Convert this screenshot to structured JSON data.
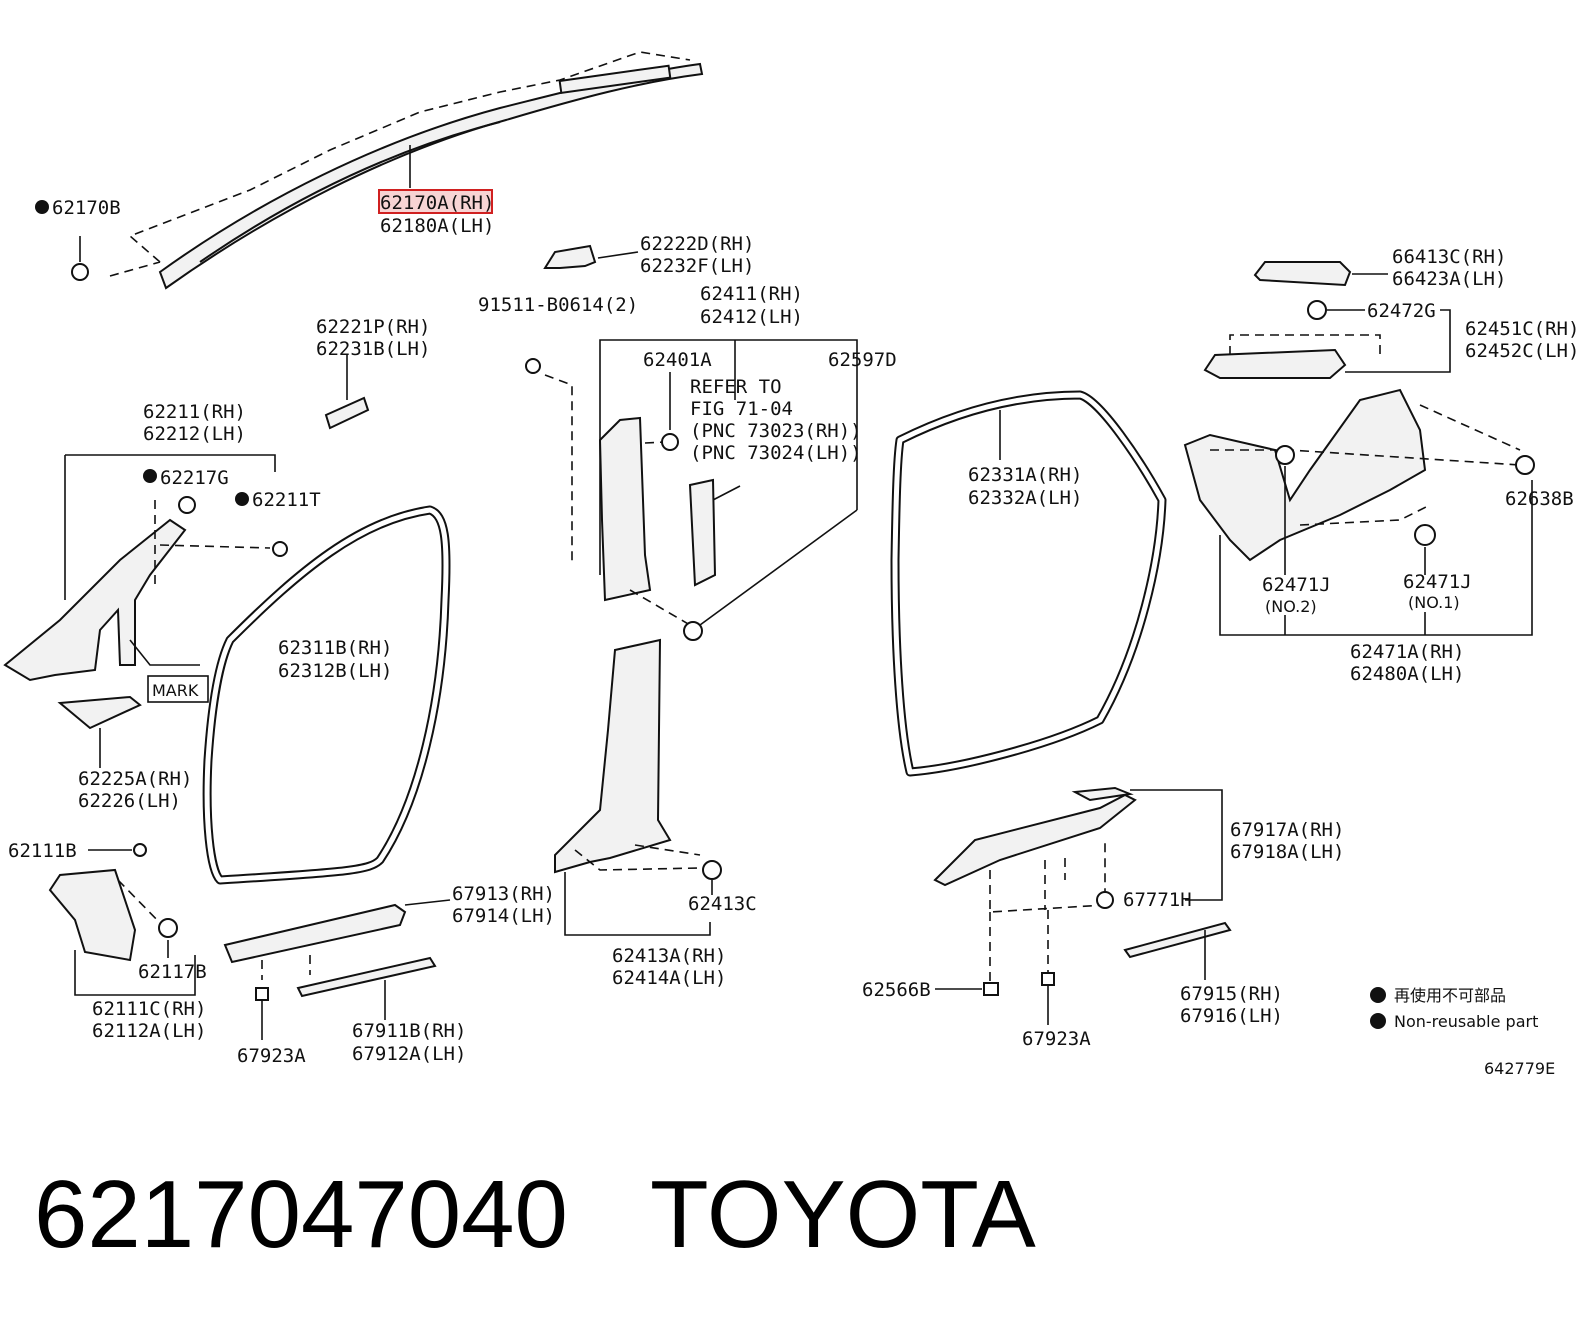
{
  "callouts": {
    "c62170B": "62170B",
    "c62170A_rh": "62170A(RH)",
    "c62180A_lh": "62180A(LH)",
    "c62222D_rh": "62222D(RH)",
    "c62232F_lh": "62232F(LH)",
    "c91511": "91511-B0614(2)",
    "c62411_rh": "62411(RH)",
    "c62412_lh": "62412(LH)",
    "c62401A": "62401A",
    "c62597D": "62597D",
    "refer_1": "REFER TO",
    "refer_2": "FIG 71-04",
    "refer_3": "(PNC 73023(RH))",
    "refer_4": "(PNC 73024(LH))",
    "c62221P_rh": "62221P(RH)",
    "c62231B_lh": "62231B(LH)",
    "c62211_rh": "62211(RH)",
    "c62212_lh": "62212(LH)",
    "c62217G": "62217G",
    "c62211T": "62211T",
    "mark": "MARK",
    "c62225A_rh": "62225A(RH)",
    "c62226_lh": "62226(LH)",
    "c62311B_rh": "62311B(RH)",
    "c62312B_lh": "62312B(LH)",
    "c62331A_rh": "62331A(RH)",
    "c62332A_lh": "62332A(LH)",
    "c66413C_rh": "66413C(RH)",
    "c66423A_lh": "66423A(LH)",
    "c62472G": "62472G",
    "c62451C_rh": "62451C(RH)",
    "c62452C_lh": "62452C(LH)",
    "c62638B": "62638B",
    "c62471J_a": "62471J",
    "no2": "(NO.2)",
    "c62471J_b": "62471J",
    "no1": "(NO.1)",
    "c62471A_rh": "62471A(RH)",
    "c62480A_lh": "62480A(LH)",
    "c62111B": "62111B",
    "c62117B": "62117B",
    "c62111C_rh": "62111C(RH)",
    "c62112A_lh": "62112A(LH)",
    "c67913_rh": "67913(RH)",
    "c67914_lh": "67914(LH)",
    "c67923A_left": "67923A",
    "c67911B_rh": "67911B(RH)",
    "c67912A_lh": "67912A(LH)",
    "c62413C": "62413C",
    "c62413A_rh": "62413A(RH)",
    "c62414A_lh": "62414A(LH)",
    "c67917A_rh": "67917A(RH)",
    "c67918A_lh": "67918A(LH)",
    "c67771H": "67771H",
    "c62566B": "62566B",
    "c67923A_right": "67923A",
    "c67915_rh": "67915(RH)",
    "c67916_lh": "67916(LH)"
  },
  "legend": {
    "jp": "再使用不可部品",
    "en": "Non-reusable part"
  },
  "figure_code": "642779E",
  "footer": {
    "part_number": "6217047040",
    "brand": "TOYOTA"
  },
  "highlight_color": "#d02020"
}
